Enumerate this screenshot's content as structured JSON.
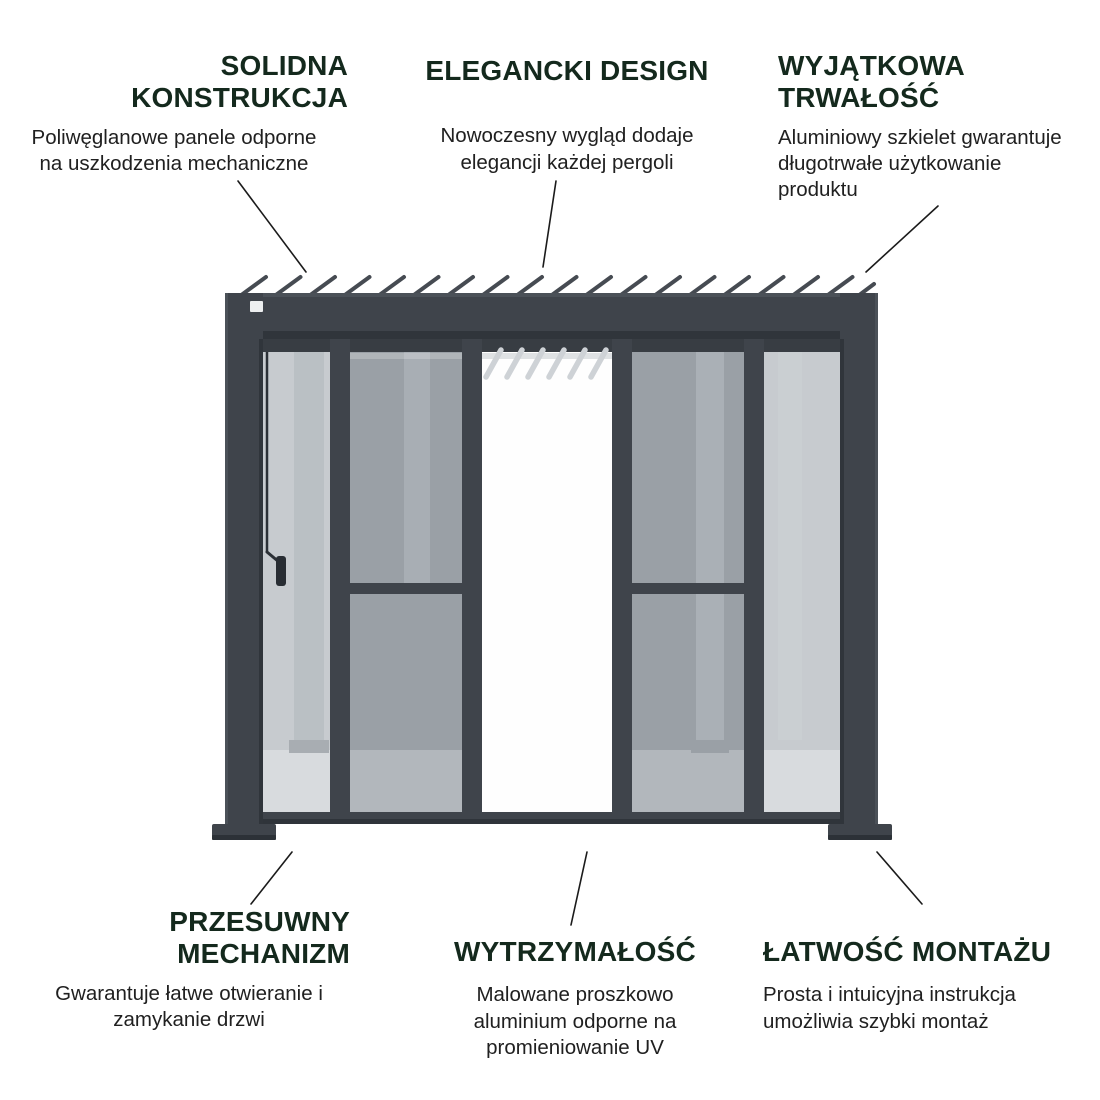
{
  "page": {
    "background": "#ffffff",
    "heading_color": "#14291d",
    "body_color": "#202020",
    "line_color": "#1b1b1b"
  },
  "illustration": {
    "name": "aluminum-pergola-with-sliding-glass-panels",
    "frame_color": "#3f444b",
    "glass_light": "#c7cbcf",
    "glass_dark": "#9aa0a6"
  },
  "features": {
    "solid_construction": {
      "title": "SOLIDNA\nKONSTRUKCJA",
      "body": "Poliwęglanowe panele odporne\nna uszkodzenia mechaniczne"
    },
    "elegant_design": {
      "title": "ELEGANCKI DESIGN",
      "body": "Nowoczesny wygląd dodaje\nelegancji każdej pergoli"
    },
    "exceptional_durability": {
      "title": "WYJĄTKOWA\nTRWAŁOŚĆ",
      "body": "Aluminiowy szkielet gwarantuje\ndługotrwałe użytkowanie\nproduktu"
    },
    "sliding_mechanism": {
      "title": "PRZESUWNY\nMECHANIZM",
      "body": "Gwarantuje łatwe otwieranie i\nzamykanie drzwi"
    },
    "strength": {
      "title": "WYTRZYMAŁOŚĆ",
      "body": "Malowane proszkowo\naluminium odporne na\npromieniowanie UV"
    },
    "easy_assembly": {
      "title": "ŁATWOŚĆ MONTAŻU",
      "body": "Prosta i intuicyjna instrukcja\numożliwia szybki montaż"
    }
  }
}
